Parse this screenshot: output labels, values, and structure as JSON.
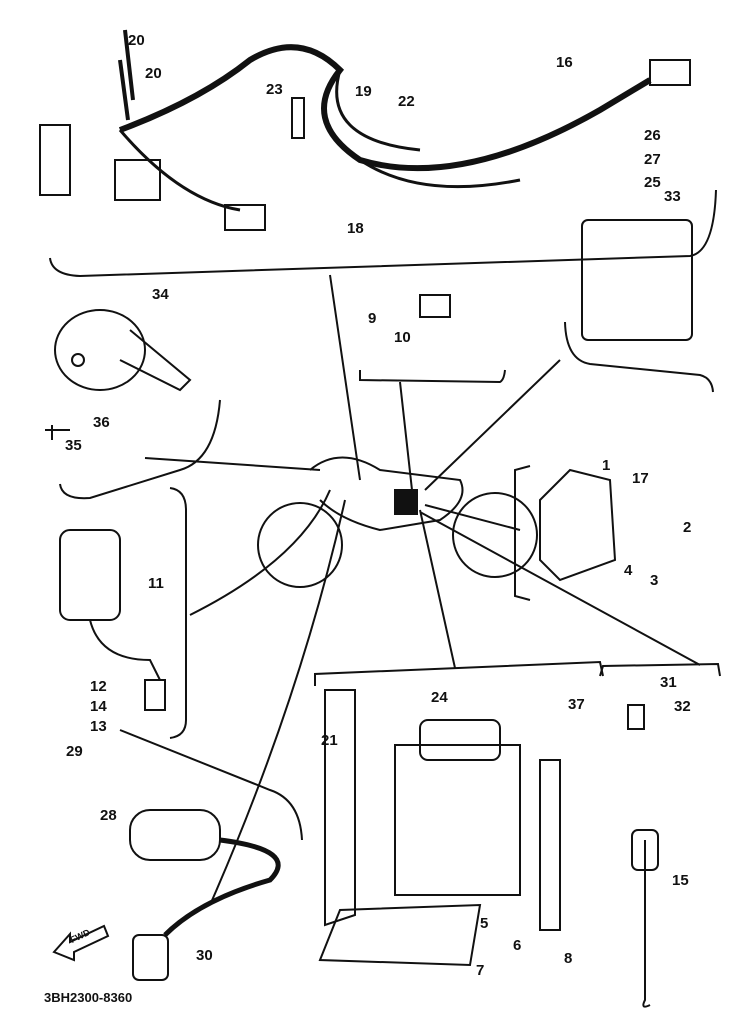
{
  "diagram": {
    "part_code": "3BH2300-8360",
    "direction_marker": "FWD",
    "callouts": [
      "20",
      "20",
      "23",
      "19",
      "22",
      "16",
      "26",
      "27",
      "25",
      "18",
      "33",
      "34",
      "9",
      "10",
      "36",
      "35",
      "1",
      "17",
      "2",
      "4",
      "3",
      "11",
      "12",
      "14",
      "13",
      "24",
      "37",
      "31",
      "32",
      "29",
      "21",
      "28",
      "15",
      "30",
      "5",
      "6",
      "7",
      "8"
    ],
    "line_color": "#111111",
    "background": "#ffffff"
  }
}
